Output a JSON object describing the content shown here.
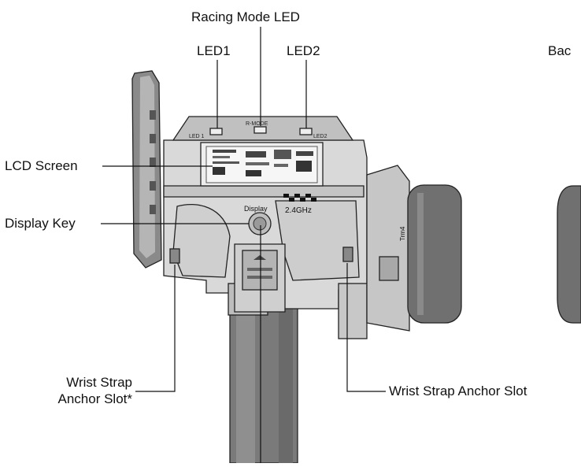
{
  "callouts": {
    "racing_mode_led": "Racing Mode LED",
    "led1": "LED1",
    "led2": "LED2",
    "back_cut": "Bac",
    "lcd_screen": "LCD Screen",
    "display_key": "Display Key",
    "wrist_strap_left_line1": "Wrist Strap",
    "wrist_strap_left_line2": "Anchor Slot*",
    "wrist_strap_right": "Wrist Strap Anchor Slot"
  },
  "device_markings": {
    "led1_mark": "LED 1",
    "rmode_mark": "R-MODE",
    "led2_mark": "LED2",
    "display_mark": "Display",
    "freq_mark": "2.4GHz",
    "trim_mark": "Trm4"
  },
  "colors": {
    "body": "#d8d8d8",
    "body_dark": "#a9a9a9",
    "wheel": "#6e6e6e",
    "grip": "#777777",
    "lcd": "#f2f2f2"
  }
}
